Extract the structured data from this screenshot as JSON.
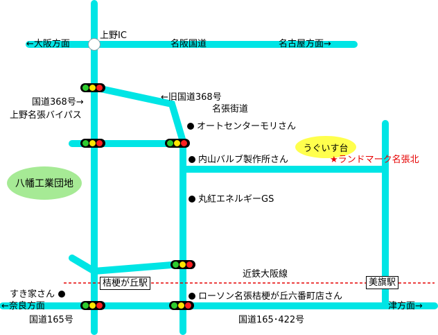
{
  "labels": {
    "osaka_dir": "←大阪方面",
    "ueno_ic": "上野IC",
    "meihan_kokudo": "名阪国道",
    "nagoya_dir": "名古屋方面→",
    "old_route368": "←旧国道368号",
    "nabari_kaido": "名張街道",
    "route368_line1": "国道368号→",
    "route368_line2": "上野名張バイパス",
    "auto_center": "オートセンターモリさん",
    "uchiyama": "内山バルブ製作所さん",
    "landmark": "★ランドマーク名張北",
    "marubeni": "丸紅エネルギーGS",
    "kintetsu": "近鉄大阪線",
    "sukiya": "すき家さん",
    "nara_dir": "←奈良方面",
    "lawson": "ローソン名張桔梗が丘六番町店さん",
    "tsu_dir": "津方面→",
    "route165": "国道165号",
    "route165_422": "国道165･422号"
  },
  "areas": {
    "yawata": "八幡工業団地",
    "uguisudai": "うぐいす台"
  },
  "stations": {
    "kikyogaoka": "桔梗が丘駅",
    "mihata": "美旗駅"
  },
  "colors": {
    "road": "#00e5e5",
    "railway": "#e60000",
    "industrial_area": "#a6ea95",
    "residential_area": "#ffff4d",
    "landmark_text": "#e60000"
  },
  "icons": {
    "traffic_signal": "traffic-light-icon",
    "interchange": "interchange-circle-icon",
    "place_marker": "black-dot-icon"
  }
}
